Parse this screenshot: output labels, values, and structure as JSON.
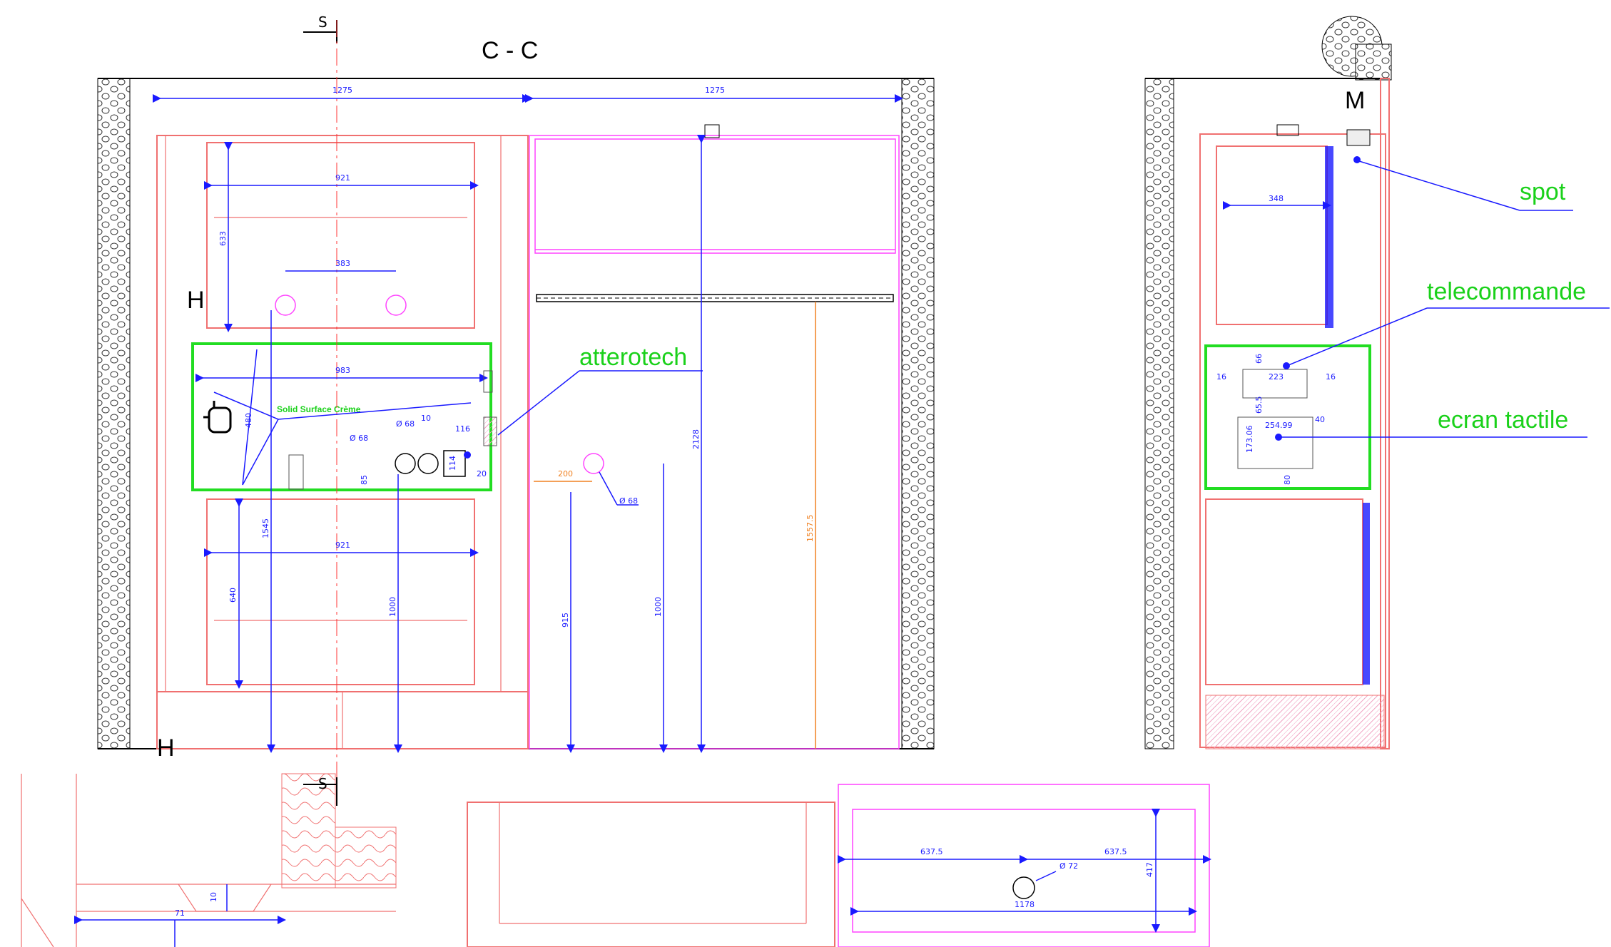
{
  "drawing": {
    "title_section": "C - C",
    "marker_s": "S",
    "marker_h": "H",
    "marker_m": "M",
    "callouts": {
      "atterotech": "atterotech",
      "spot": "spot",
      "telecommande": "telecommande",
      "ecran_tactile": "ecran tactile",
      "solid_surface": "Solid Surface Crème"
    },
    "dims_section": {
      "w_left": "1275",
      "w_right": "1275",
      "inner_top": "921",
      "inner_bottom": "921",
      "h_top": "633",
      "h_bottom": "640",
      "spacing_383": "383",
      "width_983": "983",
      "h_480": "480",
      "d_68a": "Ø 68",
      "d_68b": "Ø 68",
      "d_68c": "Ø 68",
      "d_10": "10",
      "d_116": "116",
      "d_114": "114",
      "d_85": "85",
      "d_20": "20",
      "d_200": "200",
      "h_1545": "1545",
      "h_1000a": "1000",
      "h_915": "915",
      "h_1000b": "1000",
      "h_2128": "2128",
      "h_1557": "1557.5"
    },
    "dims_side": {
      "d_348": "348",
      "d_66": "66",
      "d_223": "223",
      "d_16a": "16",
      "d_16b": "16",
      "d_65": "65.5",
      "d_254": "254.99",
      "d_40": "40",
      "d_173": "173.06",
      "d_80": "80"
    },
    "dims_detail": {
      "d_10": "10",
      "d_71": "71"
    },
    "dims_plan": {
      "d_637a": "637.5",
      "d_637b": "637.5",
      "d_72": "Ø 72",
      "d_417": "417",
      "d_1178": "1178"
    }
  }
}
